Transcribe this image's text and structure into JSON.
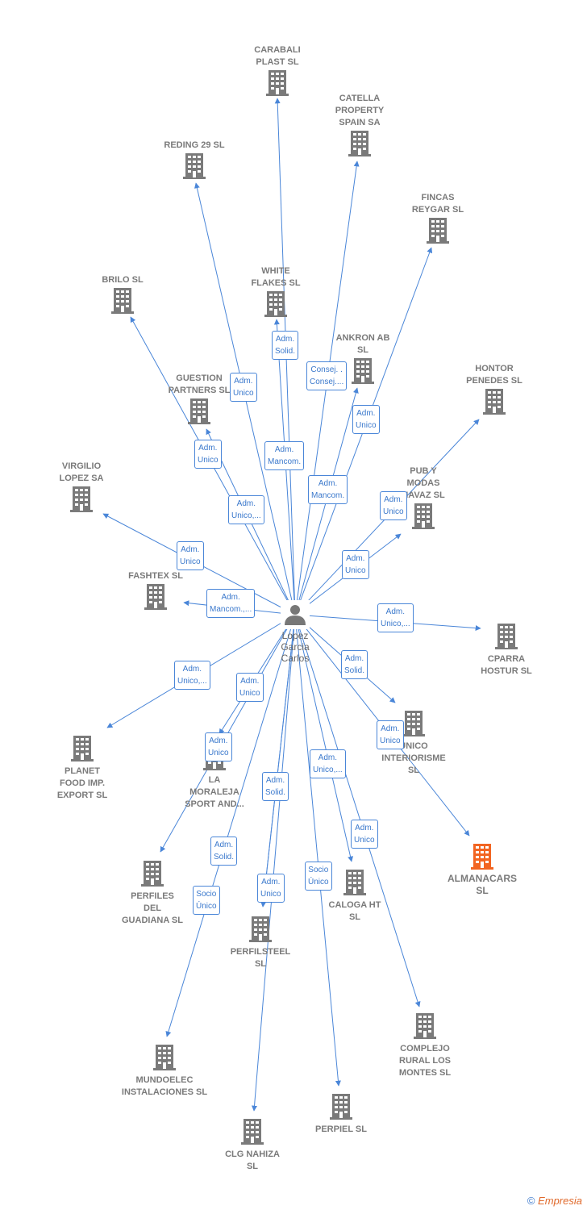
{
  "colors": {
    "edge": "#4a86d8",
    "building": "#7a7a7a",
    "highlight": "#f26522",
    "person": "#777777"
  },
  "center": {
    "name_lines": [
      "Lopez",
      "Garcia",
      "Carlos"
    ],
    "icon": "person-icon"
  },
  "nodes": [
    {
      "id": "carabali",
      "lines": [
        "CARABALI",
        "PLAST  SL"
      ]
    },
    {
      "id": "catella",
      "lines": [
        "CATELLA",
        "PROPERTY",
        "SPAIN SA"
      ]
    },
    {
      "id": "reding",
      "lines": [
        "REDING 29 SL"
      ]
    },
    {
      "id": "fincas",
      "lines": [
        "FINCAS",
        "REYGAR  SL"
      ]
    },
    {
      "id": "white",
      "lines": [
        "WHITE",
        "FLAKES  SL"
      ]
    },
    {
      "id": "brilo",
      "lines": [
        "BRILO  SL"
      ]
    },
    {
      "id": "ankron",
      "lines": [
        "ANKRON AB",
        "SL"
      ]
    },
    {
      "id": "hontor",
      "lines": [
        "HONTOR",
        "PENEDES  SL"
      ]
    },
    {
      "id": "guestion",
      "lines": [
        "GUESTION",
        "PARTNERS  SL"
      ]
    },
    {
      "id": "virgilio",
      "lines": [
        "VIRGILIO",
        "LOPEZ SA"
      ]
    },
    {
      "id": "pub",
      "lines": [
        "PUB Y",
        "MODAS",
        "NAVAZ SL"
      ]
    },
    {
      "id": "fashtex",
      "lines": [
        "FASHTEX  SL"
      ]
    },
    {
      "id": "cparra",
      "lines": [
        "CPARRA",
        "HOSTUR SL"
      ]
    },
    {
      "id": "planet",
      "lines": [
        "PLANET",
        "FOOD IMP.",
        "EXPORT  SL"
      ]
    },
    {
      "id": "unico",
      "lines": [
        "UNICO",
        "INTERIORISME",
        "SL"
      ]
    },
    {
      "id": "moraleja",
      "lines": [
        "LA",
        "MORALEJA",
        "SPORT AND..."
      ]
    },
    {
      "id": "almanacars",
      "lines": [
        "ALMANACARS",
        "SL"
      ]
    },
    {
      "id": "perfiles",
      "lines": [
        "PERFILES",
        "DEL",
        "GUADIANA  SL"
      ]
    },
    {
      "id": "caloga",
      "lines": [
        "CALOGA HT",
        "SL"
      ]
    },
    {
      "id": "perfilsteel",
      "lines": [
        "PERFILSTEEL",
        "SL"
      ]
    },
    {
      "id": "complejo",
      "lines": [
        "COMPLEJO",
        "RURAL LOS",
        "MONTES SL"
      ]
    },
    {
      "id": "mundoelec",
      "lines": [
        "MUNDOELEC",
        "INSTALACIONES SL"
      ]
    },
    {
      "id": "perpiel",
      "lines": [
        "PERPIEL  SL"
      ]
    },
    {
      "id": "clg",
      "lines": [
        "CLG NAHIZA",
        "SL"
      ]
    }
  ],
  "edges": [
    {
      "target": "carabali",
      "lines": [
        "Adm.",
        "Solid."
      ]
    },
    {
      "target": "catella",
      "lines": [
        "Consej. .",
        "Consej...."
      ]
    },
    {
      "target": "reding",
      "lines": [
        "Adm.",
        "Unico"
      ]
    },
    {
      "target": "fincas",
      "lines": [
        "Adm.",
        "Unico"
      ]
    },
    {
      "target": "white",
      "lines": [
        "Adm.",
        "Mancom."
      ]
    },
    {
      "target": "brilo",
      "lines": [
        "Adm.",
        "Unico"
      ]
    },
    {
      "target": "ankron",
      "lines": [
        "Adm.",
        "Mancom."
      ]
    },
    {
      "target": "hontor",
      "lines": [
        "Adm.",
        "Unico"
      ]
    },
    {
      "target": "guestion",
      "lines": [
        "Adm.",
        "Unico,..."
      ]
    },
    {
      "target": "virgilio",
      "lines": [
        "Adm.",
        "Unico"
      ]
    },
    {
      "target": "pub",
      "lines": [
        "Adm.",
        "Unico"
      ]
    },
    {
      "target": "fashtex",
      "lines": [
        "Adm.",
        "Mancom.,..."
      ]
    },
    {
      "target": "cparra",
      "lines": [
        "Adm.",
        "Unico,..."
      ]
    },
    {
      "target": "planet",
      "lines": [
        "Adm.",
        "Unico,..."
      ]
    },
    {
      "target": "unico",
      "lines": [
        "Adm.",
        "Unico"
      ]
    },
    {
      "target": "moraleja",
      "lines": [
        "Adm.",
        "Unico"
      ]
    },
    {
      "target": "almanacars",
      "lines": [
        "Adm.",
        "Unico"
      ]
    },
    {
      "target": "perfiles",
      "lines": [
        "Adm.",
        "Solid."
      ]
    },
    {
      "target": "caloga",
      "lines": [
        "Adm.",
        "Unico,..."
      ]
    },
    {
      "target": "perfilsteel",
      "lines": [
        "Adm.",
        "Solid."
      ]
    },
    {
      "target": "complejo",
      "lines": [
        "Adm.",
        "Unico"
      ]
    },
    {
      "target": "mundoelec",
      "lines": [
        "Adm.",
        "Solid."
      ]
    },
    {
      "target": "perpiel",
      "lines": [
        "Socio",
        "Único"
      ]
    },
    {
      "target": "clg",
      "lines": [
        "Adm.",
        "Unico"
      ]
    },
    {
      "target": "perfilsteel",
      "lines": [
        "Socio",
        "Único"
      ]
    }
  ],
  "footer": {
    "copyright": "©",
    "brand": "Empresia"
  }
}
